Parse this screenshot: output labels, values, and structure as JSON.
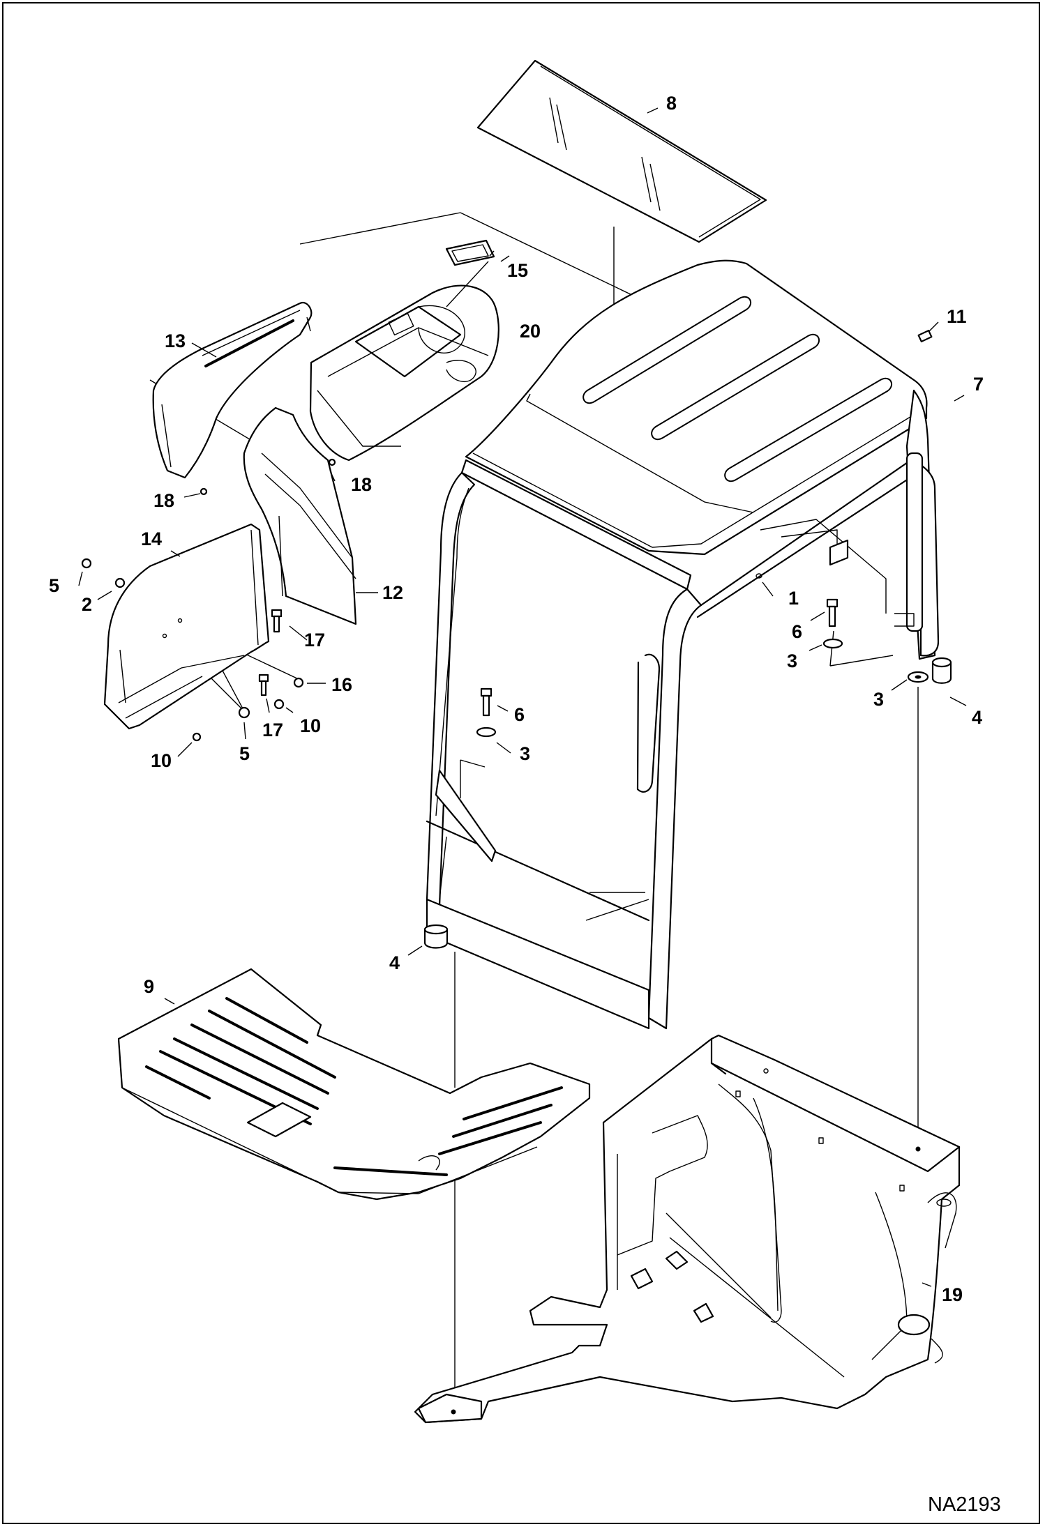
{
  "drawing": {
    "code": "NA2193",
    "callouts": [
      {
        "id": "c1",
        "label": "1"
      },
      {
        "id": "c2",
        "label": "2"
      },
      {
        "id": "c3a",
        "label": "3"
      },
      {
        "id": "c3b",
        "label": "3"
      },
      {
        "id": "c3c",
        "label": "3"
      },
      {
        "id": "c4a",
        "label": "4"
      },
      {
        "id": "c4b",
        "label": "4"
      },
      {
        "id": "c5a",
        "label": "5"
      },
      {
        "id": "c5b",
        "label": "5"
      },
      {
        "id": "c6a",
        "label": "6"
      },
      {
        "id": "c6b",
        "label": "6"
      },
      {
        "id": "c7",
        "label": "7"
      },
      {
        "id": "c8",
        "label": "8"
      },
      {
        "id": "c9",
        "label": "9"
      },
      {
        "id": "c10a",
        "label": "10"
      },
      {
        "id": "c10b",
        "label": "10"
      },
      {
        "id": "c11",
        "label": "11"
      },
      {
        "id": "c12",
        "label": "12"
      },
      {
        "id": "c13",
        "label": "13"
      },
      {
        "id": "c14",
        "label": "14"
      },
      {
        "id": "c15",
        "label": "15"
      },
      {
        "id": "c16",
        "label": "16"
      },
      {
        "id": "c17a",
        "label": "17"
      },
      {
        "id": "c17b",
        "label": "17"
      },
      {
        "id": "c18a",
        "label": "18"
      },
      {
        "id": "c18b",
        "label": "18"
      },
      {
        "id": "c19",
        "label": "19"
      },
      {
        "id": "c20",
        "label": "20"
      }
    ]
  }
}
